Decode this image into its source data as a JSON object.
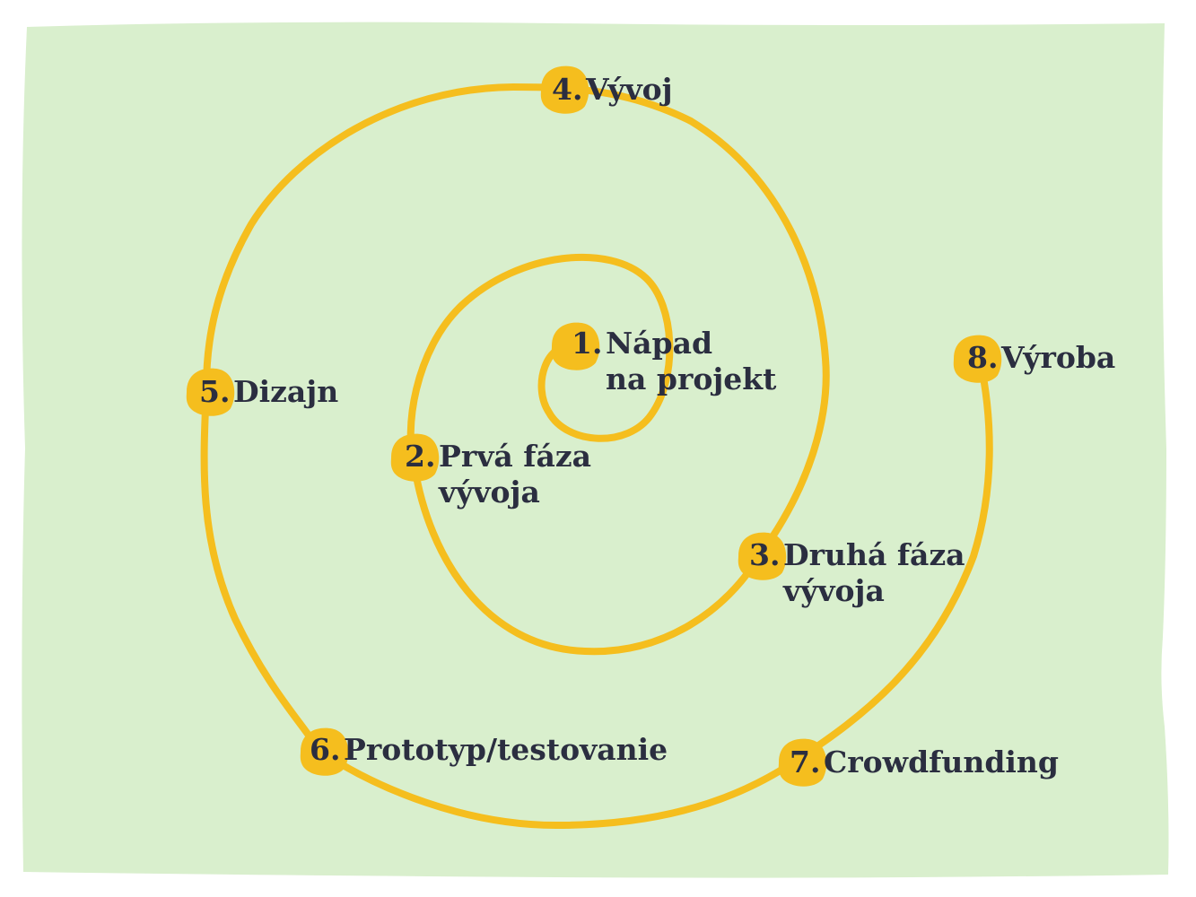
{
  "diagram": {
    "colors": {
      "background": "#d9efcd",
      "spiral": "#f5be1e",
      "marker": "#f5be1e",
      "text": "#2b2e40"
    },
    "steps": [
      {
        "number": "1.",
        "lines": [
          "Nápad",
          "na projekt"
        ]
      },
      {
        "number": "2.",
        "lines": [
          "Prvá fáza",
          "vývoja"
        ]
      },
      {
        "number": "3.",
        "lines": [
          "Druhá fáza",
          "vývoja"
        ]
      },
      {
        "number": "4.",
        "lines": [
          "Vývoj"
        ]
      },
      {
        "number": "5.",
        "lines": [
          "Dizajn"
        ]
      },
      {
        "number": "6.",
        "lines": [
          "Prototyp/testovanie"
        ]
      },
      {
        "number": "7.",
        "lines": [
          "Crowdfunding"
        ]
      },
      {
        "number": "8.",
        "lines": [
          "Výroba"
        ]
      }
    ]
  }
}
